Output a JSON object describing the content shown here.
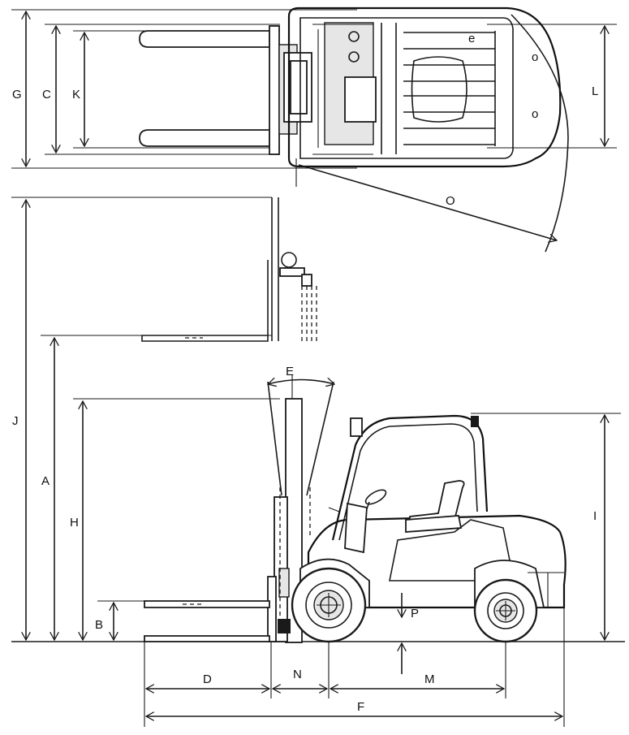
{
  "dimension_labels": {
    "A": "A",
    "B": "B",
    "C": "C",
    "D": "D",
    "E": "E",
    "F": "F",
    "G": "G",
    "H": "H",
    "I": "I",
    "J": "J",
    "K": "K",
    "L": "L",
    "M": "M",
    "N": "N",
    "O": "O",
    "P": "P"
  }
}
